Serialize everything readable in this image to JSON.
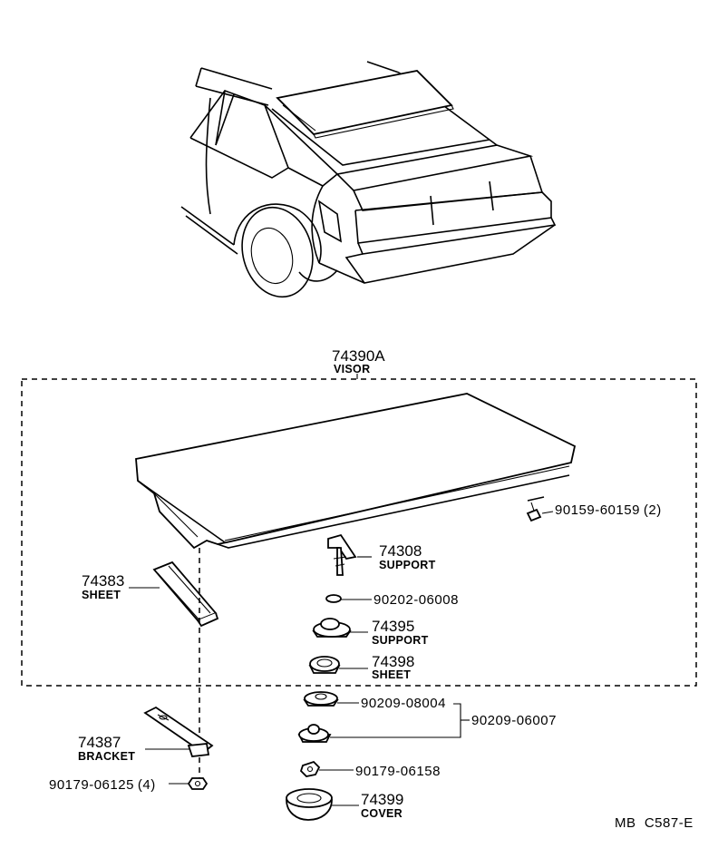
{
  "assembly": {
    "number": "74390A",
    "name": "VISOR"
  },
  "parts": [
    {
      "id": "p90159",
      "number": "90159-60159",
      "qty": "(2)"
    },
    {
      "id": "p74308",
      "number": "74308",
      "name": "SUPPORT"
    },
    {
      "id": "p90202",
      "number": "90202-06008"
    },
    {
      "id": "p74395",
      "number": "74395",
      "name": "SUPPORT"
    },
    {
      "id": "p74398",
      "number": "74398",
      "name": "SHEET"
    },
    {
      "id": "p74383",
      "number": "74383",
      "name": "SHEET"
    },
    {
      "id": "p90209a",
      "number": "90209-08004"
    },
    {
      "id": "p90209b",
      "number": "90209-06007"
    },
    {
      "id": "p74387",
      "number": "74387",
      "name": "BRACKET"
    },
    {
      "id": "p90179a",
      "number": "90179-06125",
      "qty": "(4)"
    },
    {
      "id": "p90179b",
      "number": "90179-06158"
    },
    {
      "id": "p74399",
      "number": "74399",
      "name": "COVER"
    }
  ],
  "diagram_code": "MB  C587-E"
}
